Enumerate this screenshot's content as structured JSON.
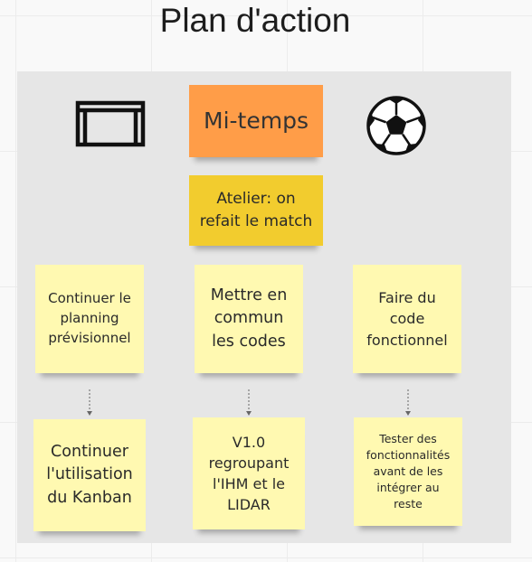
{
  "title": "Plan d'action",
  "icons": {
    "left": "goal-icon",
    "right": "soccer-ball-icon"
  },
  "notes": {
    "mitemps": "Mi-temps",
    "atelier": "Atelier: on refait le match",
    "col1_top": "Continuer le planning prévisionnel",
    "col2_top": "Mettre en commun les codes",
    "col3_top": "Faire du code fonctionnel",
    "col1_bottom": "Continuer l'utilisation du Kanban",
    "col2_bottom": "V1.0 regroupant l'IHM et le LIDAR",
    "col3_bottom": "Tester des fonctionnalités avant de les intégrer au reste"
  },
  "colors": {
    "orange": "#ff9d48",
    "gold": "#f2cc2e",
    "yellow": "#fff9b1",
    "frame": "#e6e6e6"
  }
}
